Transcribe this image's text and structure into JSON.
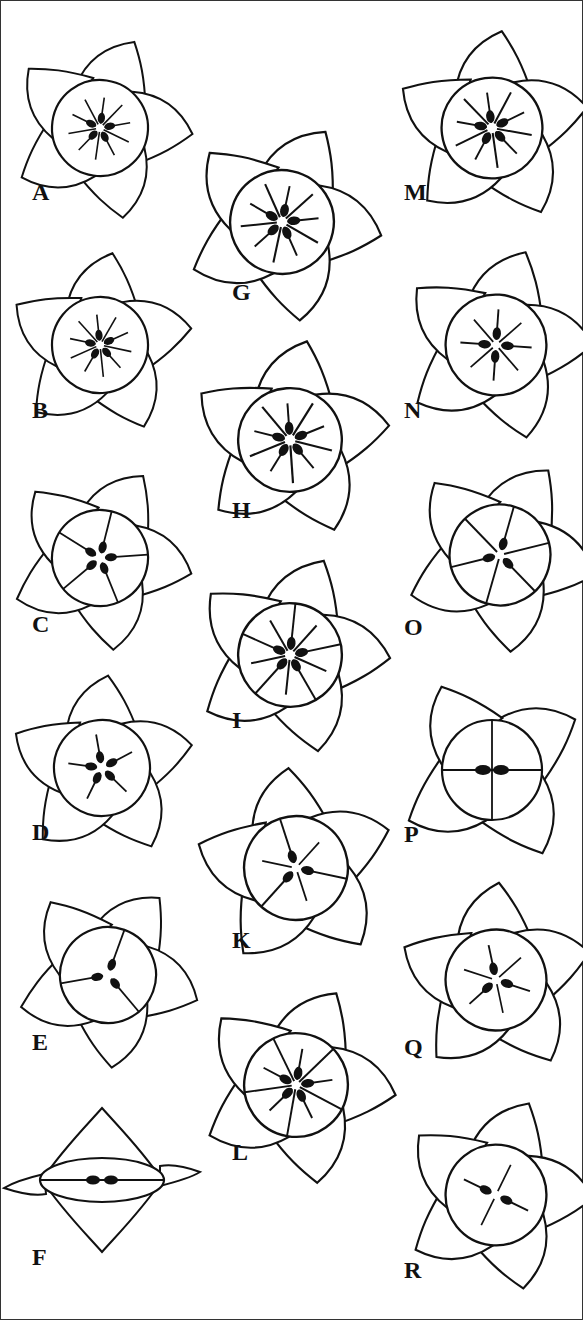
{
  "diagram": {
    "labels": [
      "A",
      "B",
      "C",
      "D",
      "E",
      "F",
      "G",
      "H",
      "I",
      "K",
      "L",
      "M",
      "N",
      "O",
      "P",
      "Q",
      "R"
    ]
  }
}
